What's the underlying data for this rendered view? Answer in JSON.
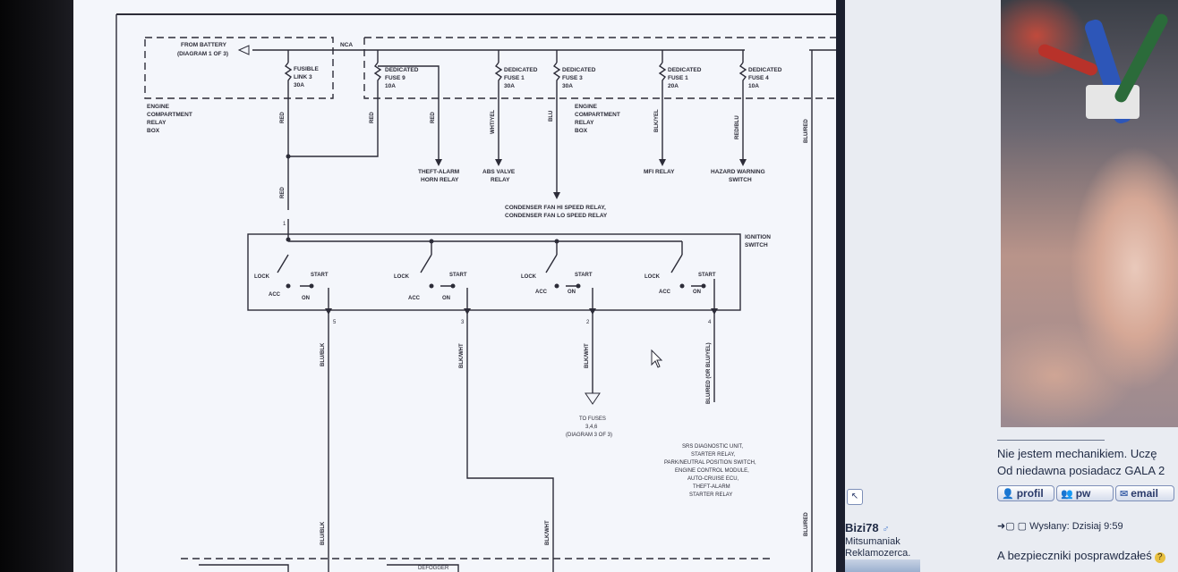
{
  "diagram": {
    "from_battery": "FROM BATTERY",
    "diagram_ref": "(DIAGRAM 1 OF 3)",
    "nca": "NCA",
    "box_left": [
      "ENGINE",
      "COMPARTMENT",
      "RELAY",
      "BOX"
    ],
    "box_mid": [
      "ENGINE",
      "COMPARTMENT",
      "RELAY",
      "BOX"
    ],
    "fusible_link": [
      "FUSIBLE",
      "LINK 3",
      "30A"
    ],
    "fuses": [
      {
        "l1": "DEDICATED",
        "l2": "FUSE 9",
        "l3": "10A"
      },
      {
        "l1": "DEDICATED",
        "l2": "FUSE 1",
        "l3": "30A"
      },
      {
        "l1": "DEDICATED",
        "l2": "FUSE 3",
        "l3": "30A"
      },
      {
        "l1": "DEDICATED",
        "l2": "FUSE 1",
        "l3": "20A"
      },
      {
        "l1": "DEDICATED",
        "l2": "FUSE 4",
        "l3": "10A"
      }
    ],
    "wire_colors": {
      "red1": "RED",
      "red2": "RED",
      "red3": "RED",
      "red4": "RED",
      "wht_yel": "WHT/YEL",
      "blu": "BLU",
      "blk_yel": "BLK/YEL",
      "red_blu": "RED/BLU",
      "blu_red": "BLU/RED",
      "sw1": "BLU/BLK",
      "sw2": "BLK/WHT",
      "sw3": "BLK/WHT",
      "sw4": "BLU/RED (OR BLU/YEL)"
    },
    "loads": {
      "theft_alarm": [
        "THEFT-ALARM",
        "HORN RELAY"
      ],
      "abs_valve": [
        "ABS VALVE",
        "RELAY"
      ],
      "mfi": [
        "MFI RELAY"
      ],
      "hazard": [
        "HAZARD WARNING",
        "SWITCH"
      ],
      "condenser": [
        "CONDENSER FAN HI SPEED RELAY,",
        "CONDENSER FAN LO SPEED RELAY"
      ]
    },
    "ignition": [
      "IGNITION",
      "SWITCH"
    ],
    "switch_labels": {
      "lock": "LOCK",
      "start": "START",
      "acc": "ACC",
      "on": "ON"
    },
    "to_fuses": [
      "TO FUSES",
      "3,4,6",
      "(DIAGRAM 3 OF 3)"
    ],
    "srs_list": [
      "SRS DIAGNOSTIC UNIT,",
      "STARTER RELAY,",
      "PARK/NEUTRAL POSITION SWITCH,",
      "ENGINE CONTROL MODULE,",
      "AUTO-CRUISE ECU,",
      "THEFT-ALARM",
      "STARTER RELAY"
    ],
    "defogger": "DEFOGGER",
    "pins": {
      "p1": "1",
      "p2": "2",
      "p3": "3",
      "p4": "4",
      "p5": "5"
    }
  },
  "forum": {
    "post_text_1": "Nie jestem mechanikiem. Uczę",
    "post_text_2": "Od niedawna posiadacz GALA 2",
    "buttons": {
      "profil": "profil",
      "pw": "pw",
      "email": "email"
    },
    "username": "Bizi78",
    "user_rank": "Mitsumaniak",
    "user_rank2": "Reklamozerca.",
    "posted": "Wysłany: Dzisiaj 9:59",
    "reply_text": "A bezpieczniki posprawdzałeś"
  },
  "colors": {
    "diagram_bg": "#f4f6fb",
    "line": "#2c2c38",
    "forum_bg": "#e9ecf2",
    "link": "#2a3a6a"
  }
}
